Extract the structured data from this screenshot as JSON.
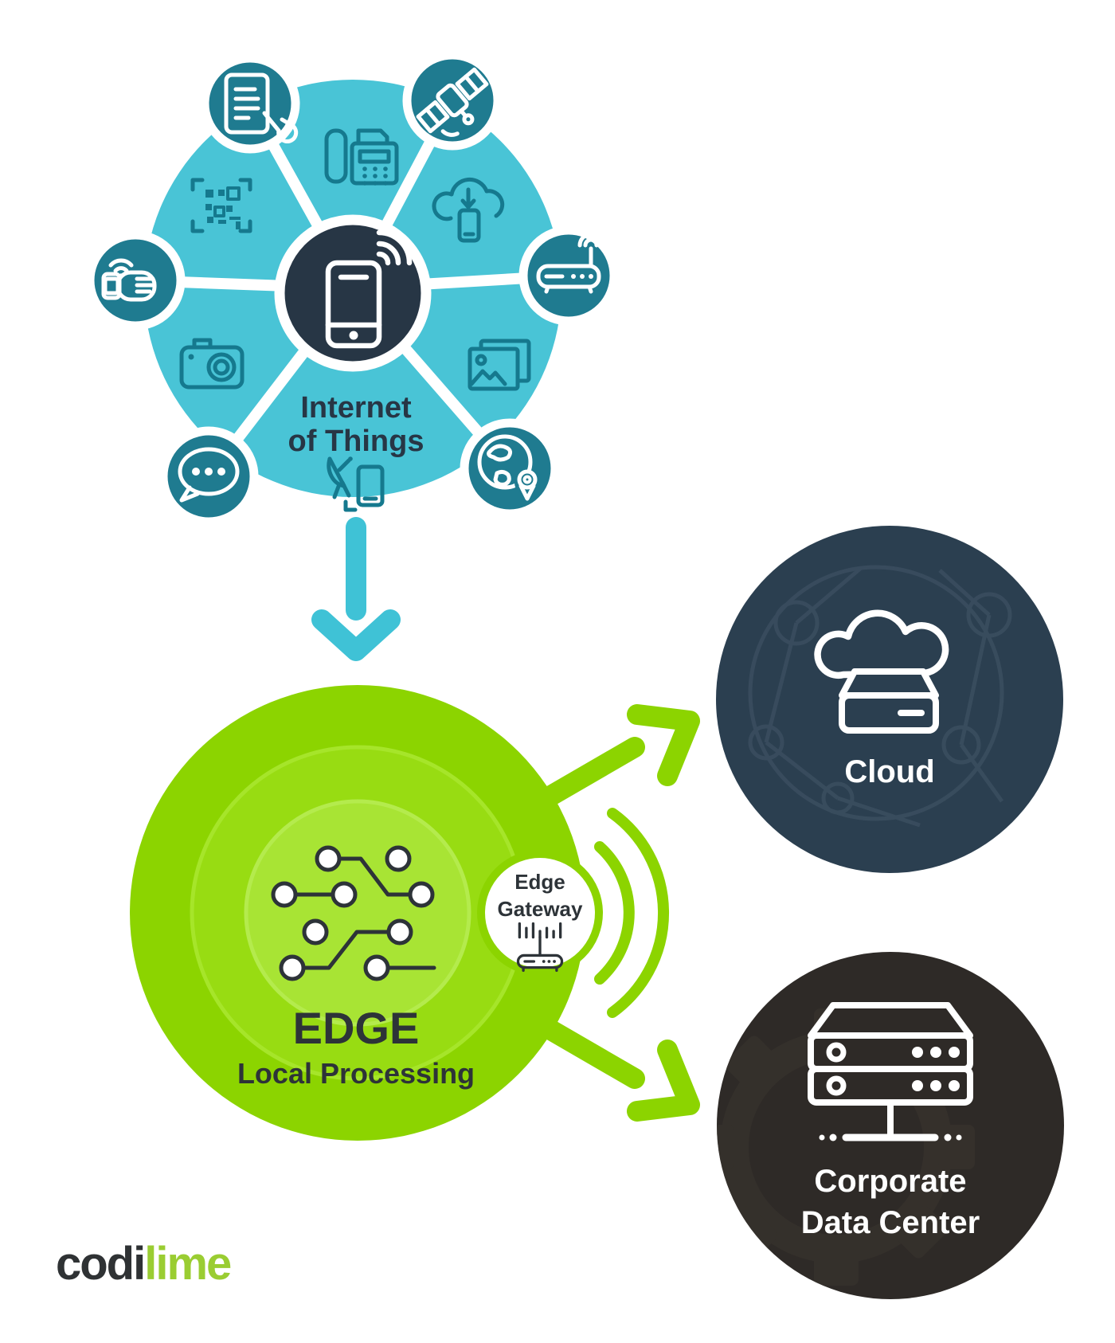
{
  "colors": {
    "background": "#ffffff",
    "teal": "#49c4d6",
    "teal_dark": "#1f7b90",
    "teal_icon": "#15798e",
    "navy": "#273645",
    "arrow_teal": "#3fc2d6",
    "green": "#8cd400",
    "green_mid": "#98dc12",
    "green_inner": "#a8e434",
    "ink": "#2d3338",
    "cloud_bg": "#2b3f50",
    "cloud_pattern": "#46596b",
    "dc_bg": "#2e2a27",
    "dc_pattern": "#3b3530",
    "white": "#ffffff",
    "logo_dark": "#2f3234",
    "logo_green": "#9acd32"
  },
  "iot": {
    "title_line1": "Internet",
    "title_line2": "of Things",
    "center_icon": "smartphone-wifi-icon",
    "device_icons": [
      "tablet-hand-icon",
      "satellite-icon",
      "smartwatch-icon",
      "wifi-router-icon",
      "chat-bubble-icon",
      "globe-location-icon"
    ],
    "segment_icons": [
      "fax-phone-icon",
      "qr-code-icon",
      "cloud-download-icon",
      "camera-icon",
      "photos-icon",
      "satellite-dish-phone-icon"
    ]
  },
  "flow": {
    "iot_to_edge": "down-arrow",
    "edge_to_cloud": "up-right-arrow",
    "edge_to_datacenter": "down-right-arrow"
  },
  "edge": {
    "title": "EDGE",
    "subtitle": "Local Processing",
    "icon": "circuit-nodes-icon"
  },
  "gateway": {
    "label_line1": "Edge",
    "label_line2": "Gateway",
    "icon": "modem-router-icon"
  },
  "cloud": {
    "label": "Cloud",
    "icon": "cloud-storage-icon"
  },
  "datacenter": {
    "label_line1": "Corporate",
    "label_line2": "Data Center",
    "icon": "server-rack-icon"
  },
  "logo": {
    "part1": "codi",
    "part2": "lime"
  }
}
